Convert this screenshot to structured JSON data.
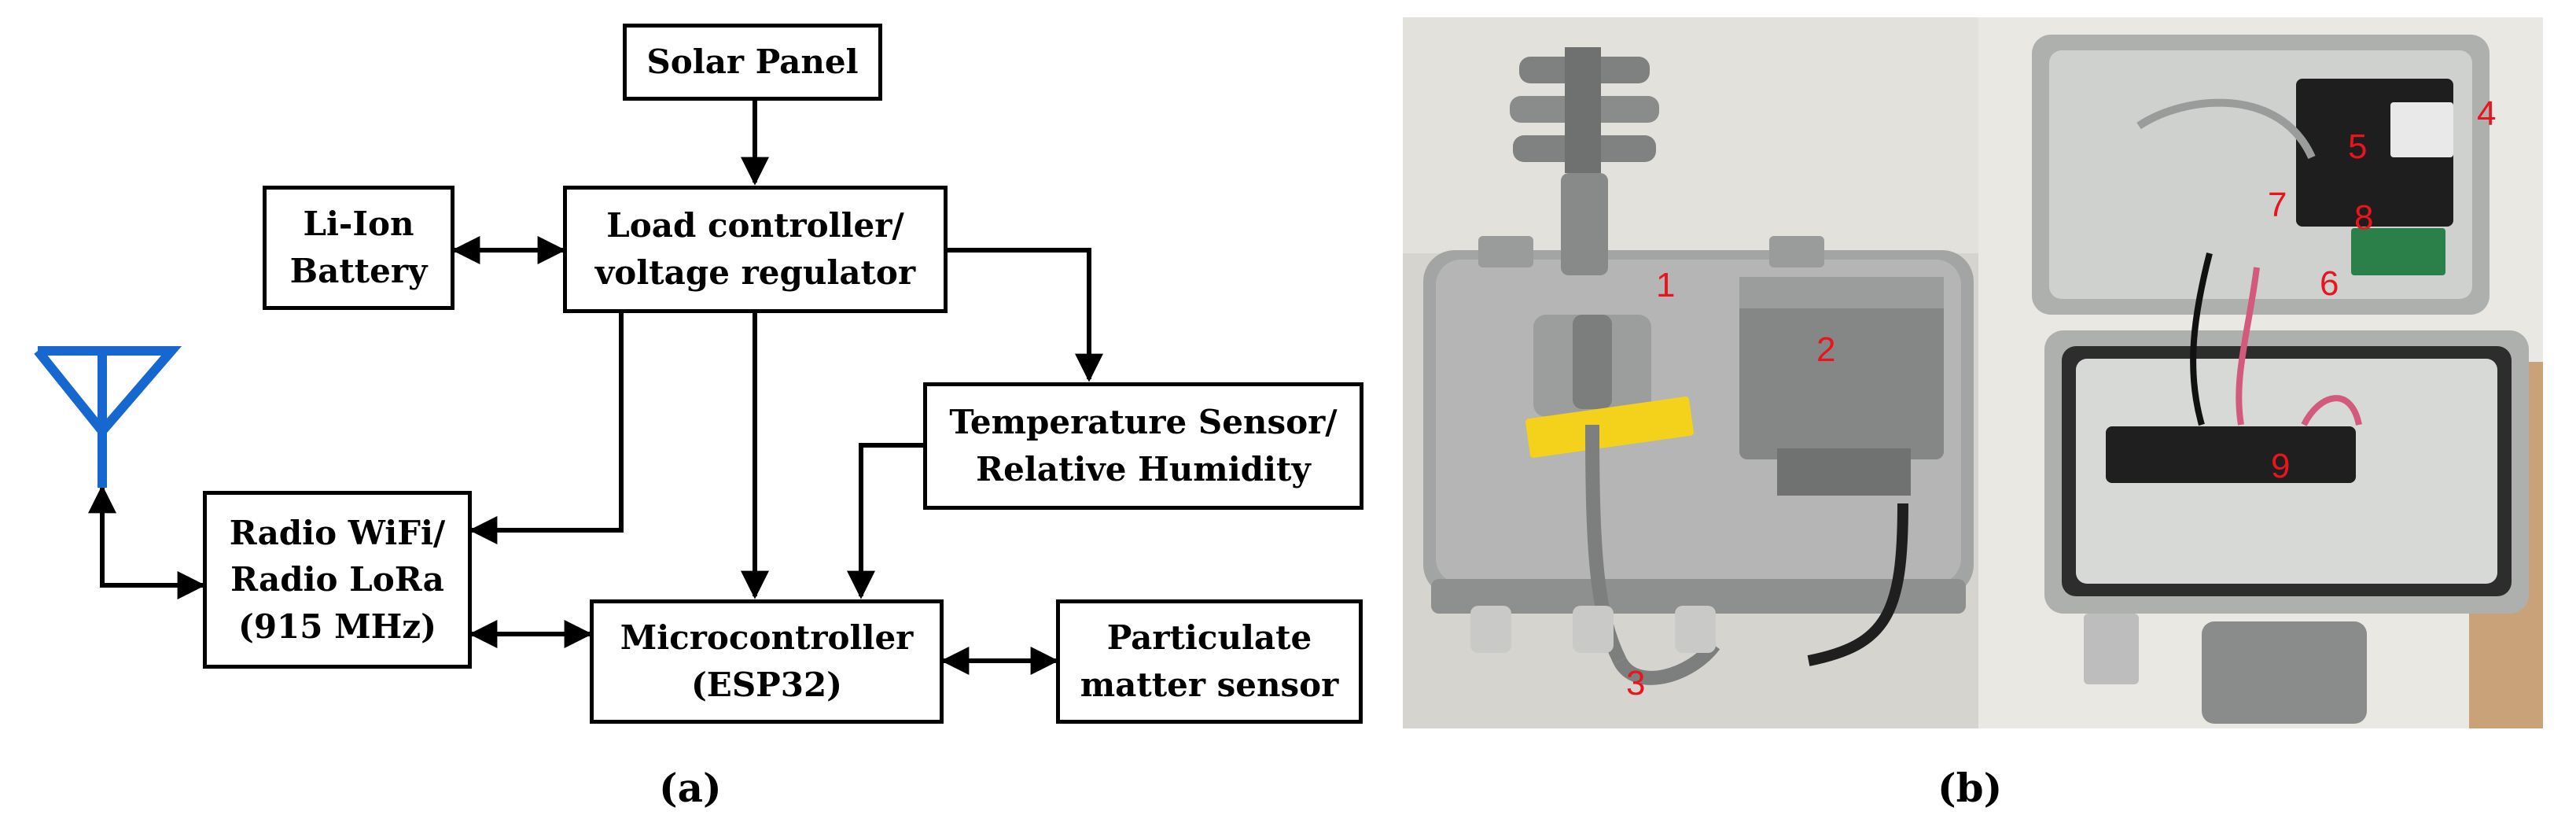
{
  "diagram": {
    "blocks": {
      "solar_panel": "Solar Panel",
      "load_controller": "Load controller/\nvoltage regulator",
      "battery": "Li-Ion\nBattery",
      "temp_sensor": "Temperature Sensor/\nRelative Humidity",
      "radio": "Radio WiFi/\nRadio LoRa\n(915 MHz)",
      "microcontroller": "Microcontroller\n(ESP32)",
      "pm_sensor": "Particulate\nmatter sensor"
    },
    "antenna_color": "#1668d0",
    "caption": "(a)"
  },
  "photo": {
    "caption": "(b)",
    "labels": [
      "1",
      "2",
      "3",
      "4",
      "5",
      "6",
      "7",
      "8",
      "9"
    ],
    "label_color": "#e8141e"
  }
}
